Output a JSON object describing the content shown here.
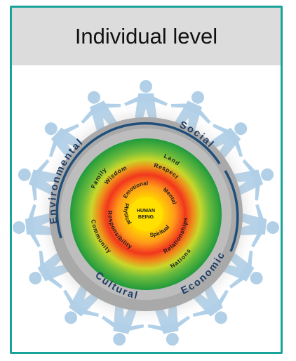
{
  "title": "Individual level",
  "center": {
    "line1": "HUMAN",
    "line2": "BEING"
  },
  "inner_ring": {
    "top": "Emotional",
    "right": "Mental",
    "bottom_right": "Spiritual",
    "left": "Physical"
  },
  "middle_ring": {
    "wisdom": "Wisdom",
    "respect": "Respect",
    "relationships": "Relationships",
    "responsibility": "Responsibility"
  },
  "outer_ring": {
    "family": "Family",
    "land": "Land",
    "nations": "Nations",
    "community": "Community"
  },
  "domains": {
    "environmental": "Environmental",
    "social": "Social",
    "economic": "Economic",
    "cultural": "Cultural"
  },
  "colors": {
    "border": "#1aa39a",
    "title_bg": "#dcdcdc",
    "figures": "#a9cce6",
    "ring_dark": "#1f4f7a"
  }
}
